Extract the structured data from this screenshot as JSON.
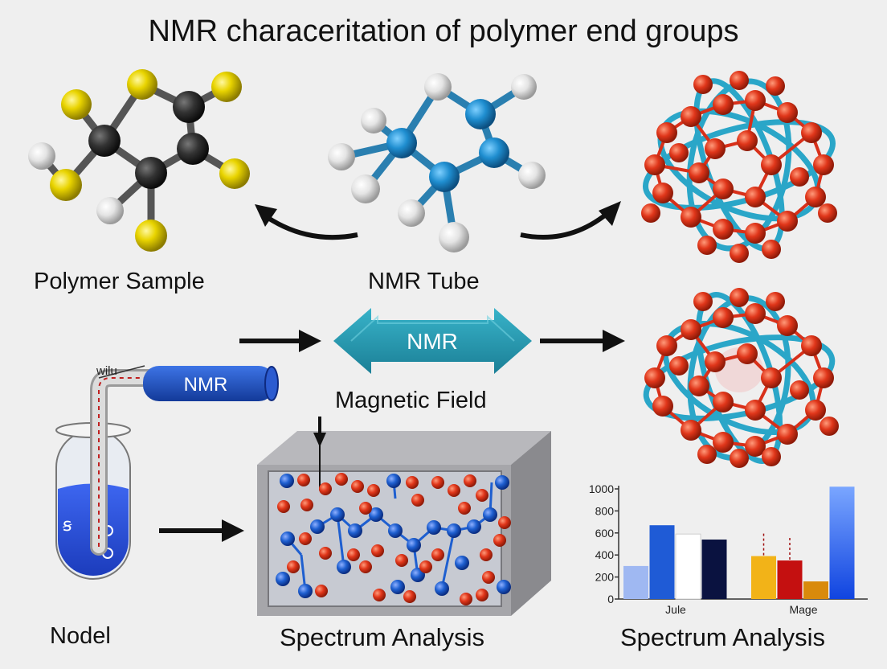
{
  "title": "NMR characeritation of polymer end groups",
  "labels": {
    "polymer_sample": "Polymer Sample",
    "nmr_tube": "NMR Tube",
    "magnetic_field": "Magnetic Field",
    "nodel": "Nodel",
    "spectrum_analysis_center": "Spectrum Analysis",
    "spectrum_analysis_right": "Spectrum Analysis"
  },
  "nmr_banner": "NMR",
  "probe": {
    "label": "NMR",
    "wire_label": "wilu"
  },
  "tube_marks": "ꞩ",
  "colors": {
    "background": "#efefef",
    "banner": "#2496ad",
    "probe": "#1f4fc0",
    "sulfur": "#e9d400",
    "carbon": "#333333",
    "hydrogen": "#e4e4e4",
    "nitrogen": "#1f8ed0",
    "oxygen_red": "#e0361a",
    "helix": "#2aa6c8",
    "blue_particle": "#1e5fd0",
    "liquid": "#2a4fd6"
  },
  "chart_data": {
    "type": "bar",
    "categories": [
      "Jule",
      "Mage"
    ],
    "yticks": [
      0,
      200,
      400,
      600,
      800,
      1000
    ],
    "ylim": [
      0,
      1000
    ],
    "groups": [
      {
        "category": "Jule",
        "values": [
          300,
          670,
          590,
          540
        ],
        "colors": [
          "#9fb8f2",
          "#1f5bd6",
          "#ffffff",
          "#0a1240"
        ]
      },
      {
        "category": "Mage",
        "values": [
          390,
          350,
          160,
          1020
        ],
        "colors": [
          "#f2b318",
          "#c41010",
          "#d98a0c",
          "#2d6af0"
        ]
      }
    ]
  }
}
